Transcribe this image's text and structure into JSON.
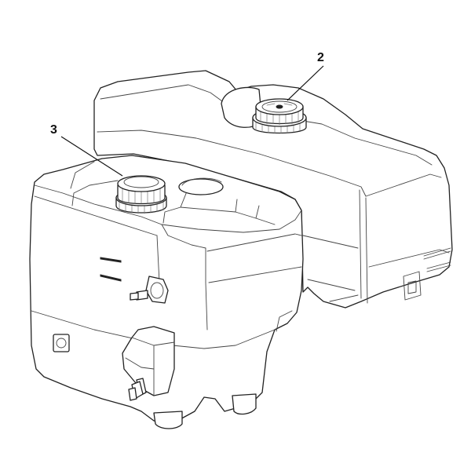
{
  "figure": {
    "callouts": [
      {
        "id": "2",
        "label": "2"
      },
      {
        "id": "3",
        "label": "3"
      }
    ]
  },
  "colors": {
    "line": "#222222",
    "background": "#ffffff"
  }
}
